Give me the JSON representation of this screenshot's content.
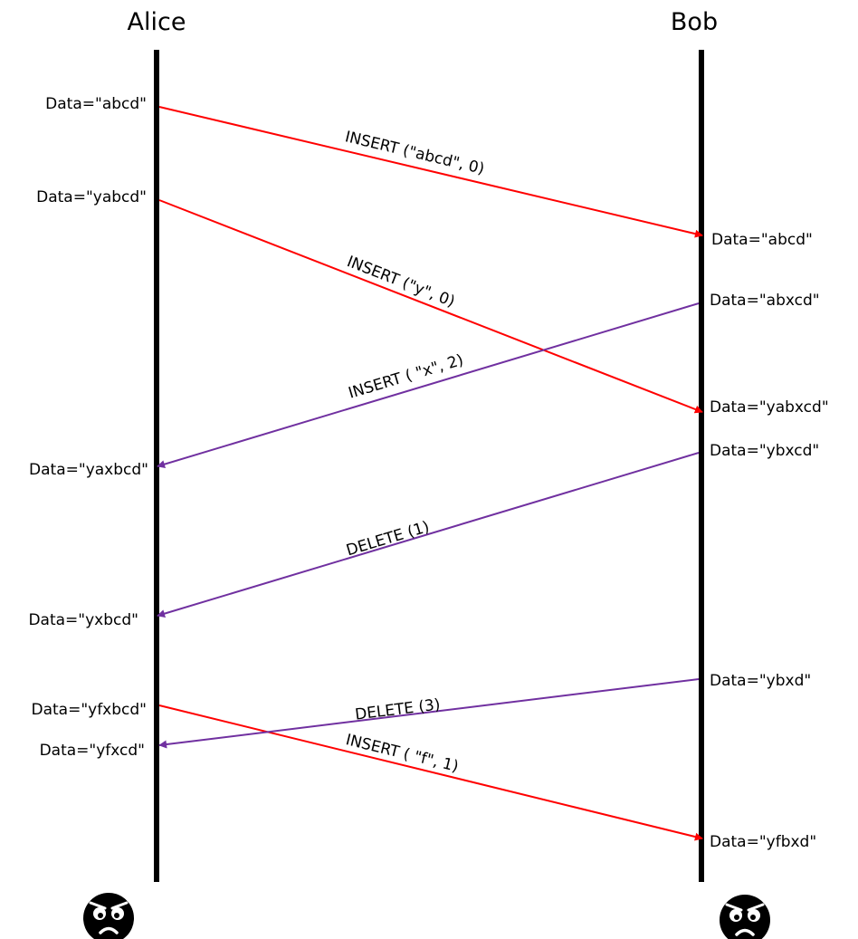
{
  "diagram": {
    "actors": [
      {
        "id": "alice",
        "name": "Alice"
      },
      {
        "id": "bob",
        "name": "Bob"
      }
    ],
    "states": {
      "alice": [
        "Data=\"abcd\"",
        "Data=\"yabcd\"",
        "Data=\"yaxbcd\"",
        "Data=\"yxbcd\"",
        "Data=\"yfxbcd\"",
        "Data=\"yfxcd\""
      ],
      "bob": [
        "Data=\"abcd\"",
        "Data=\"abxcd\"",
        "Data=\"yabxcd\"",
        "Data=\"ybxcd\"",
        "Data=\"ybxd\"",
        "Data=\"yfbxd\""
      ]
    },
    "messages": [
      {
        "label": "INSERT (\"abcd\", 0)",
        "from": "alice",
        "to": "bob",
        "color": "#ff0000"
      },
      {
        "label": "INSERT (\"y\", 0)",
        "from": "alice",
        "to": "bob",
        "color": "#ff0000"
      },
      {
        "label": "INSERT ( \"x\", 2)",
        "from": "bob",
        "to": "alice",
        "color": "#7030a0"
      },
      {
        "label": "DELETE (1)",
        "from": "bob",
        "to": "alice",
        "color": "#7030a0"
      },
      {
        "label": "DELETE (3)",
        "from": "bob",
        "to": "alice",
        "color": "#7030a0"
      },
      {
        "label": "INSERT ( \"f\", 1)",
        "from": "alice",
        "to": "bob",
        "color": "#ff0000"
      }
    ],
    "icons": [
      {
        "owner": "alice",
        "icon": "angry-face-icon"
      },
      {
        "owner": "bob",
        "icon": "angry-face-icon"
      }
    ],
    "colors": {
      "lifeline": "#000000",
      "alice_to_bob": "#ff0000",
      "bob_to_alice": "#7030a0"
    }
  }
}
